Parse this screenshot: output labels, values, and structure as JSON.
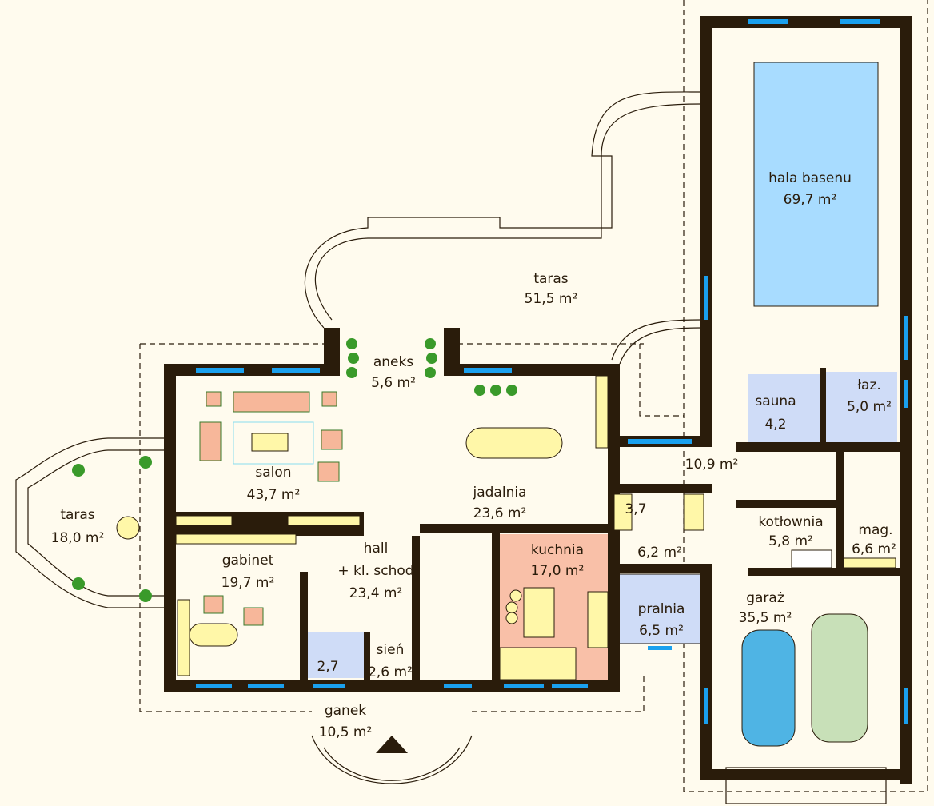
{
  "title": "Rzut parteru",
  "colors": {
    "wall": "#2a1c0b",
    "background": "#fffbee",
    "pool": "#a8dcff",
    "kitchen": "#f9c0a8",
    "wet_rooms": "#cfdcf7",
    "window": "#1aa0ee",
    "fixtures": "#fff7a8"
  },
  "rooms": [
    {
      "name": "hala basenu",
      "area": "69,7 m²"
    },
    {
      "name": "taras",
      "area": "51,5 m²"
    },
    {
      "name": "aneks",
      "area": "5,6 m²"
    },
    {
      "name": "salon",
      "area": "43,7 m²"
    },
    {
      "name": "jadalnia",
      "area": "23,6 m²"
    },
    {
      "name": "taras",
      "area": "18,0 m²"
    },
    {
      "name": "gabinet",
      "area": "19,7 m²"
    },
    {
      "name": "hall",
      "name2": "+ kl. schod",
      "area": "23,4 m²"
    },
    {
      "name": "kuchnia",
      "area": "17,0 m²"
    },
    {
      "name": "sień",
      "area": "2,6 m²"
    },
    {
      "name": "",
      "area": "2,7"
    },
    {
      "name": "ganek",
      "area": "10,5 m²"
    },
    {
      "name": "pralnia",
      "area": "6,5 m²"
    },
    {
      "name": "garaż",
      "area": "35,5 m²"
    },
    {
      "name": "sauna",
      "area": "4,2"
    },
    {
      "name": "łaz.",
      "area": "5,0 m²"
    },
    {
      "name": "",
      "area": "10,9 m²"
    },
    {
      "name": "",
      "area": "3,7"
    },
    {
      "name": "",
      "area": "6,2 m²"
    },
    {
      "name": "kotłownia",
      "area": "5,8 m²"
    },
    {
      "name": "mag.",
      "area": "6,6 m²"
    }
  ]
}
